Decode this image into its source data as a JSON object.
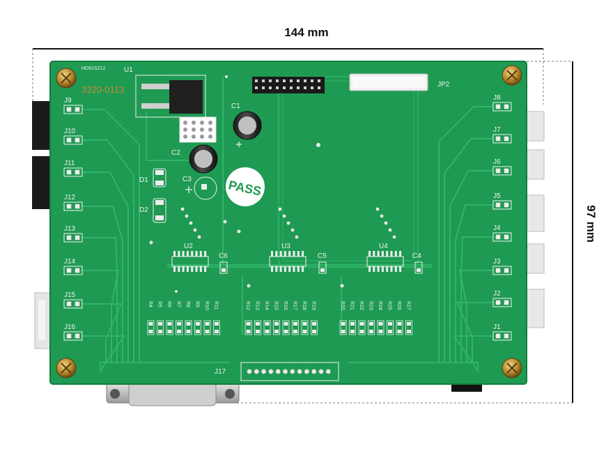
{
  "dimensions": {
    "width": "144 mm",
    "height": "97 mm"
  },
  "board": {
    "color": "#1e9a52",
    "trace_color": "#2fb568",
    "silkscreen_color": "#f2f2f2",
    "model": "HD61S212",
    "part_no": "3320-0113",
    "pass_sticker": "PASS"
  },
  "labels": {
    "u1": "U1",
    "u2": "U2",
    "u3": "U3",
    "u4": "U4",
    "c1": "C1",
    "c2": "C2",
    "c3": "C3",
    "c4": "C4",
    "c5": "C5",
    "c6": "C6",
    "d1": "D1",
    "d2": "D2",
    "jp2": "JP2",
    "j17": "J17"
  },
  "left_connectors": [
    "J9",
    "J10",
    "J11",
    "J12",
    "J13",
    "J14",
    "J15",
    "J16"
  ],
  "right_connectors": [
    "J8",
    "J7",
    "J6",
    "J5",
    "J4",
    "J3",
    "J2",
    "J1"
  ],
  "resistors_group_1": [
    "R4",
    "R5",
    "R6",
    "R7",
    "R8",
    "R9",
    "R10",
    "R11"
  ],
  "resistors_group_2": [
    "R12",
    "R13",
    "R14",
    "R15",
    "R16",
    "R17",
    "R18",
    "R19"
  ],
  "resistors_group_3": [
    "R20",
    "R21",
    "R22",
    "R23",
    "R24",
    "R25",
    "R26",
    "R27"
  ]
}
